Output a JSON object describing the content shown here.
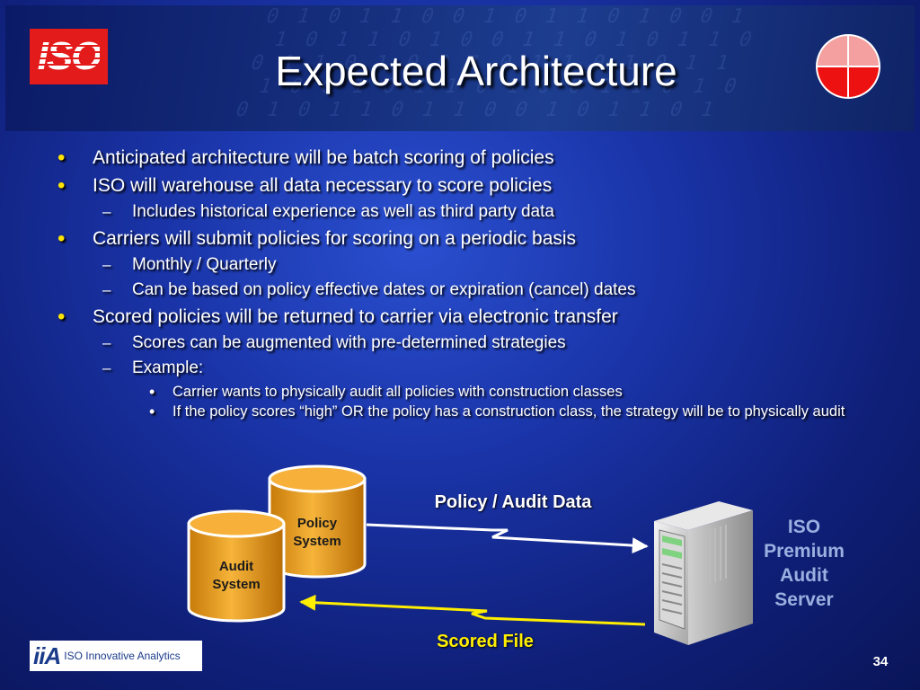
{
  "slide": {
    "title": "Expected Architecture",
    "page_number": "34"
  },
  "logos": {
    "header_logo_text": "ISO",
    "footer_logo_mark": "iiA",
    "footer_logo_text": "ISO Innovative Analytics"
  },
  "bullets": [
    {
      "level": 1,
      "text": "Anticipated architecture will be batch scoring of policies"
    },
    {
      "level": 1,
      "text": "ISO will warehouse all data necessary to score policies"
    },
    {
      "level": 2,
      "text": "Includes historical experience as well as third party data"
    },
    {
      "level": 1,
      "text": "Carriers will submit policies for scoring on a periodic basis"
    },
    {
      "level": 2,
      "text": "Monthly / Quarterly"
    },
    {
      "level": 2,
      "text": "Can be based on policy effective dates or expiration (cancel) dates"
    },
    {
      "level": 1,
      "text": "Scored policies will be returned to carrier via electronic transfer"
    },
    {
      "level": 2,
      "text": "Scores can be augmented with pre-determined strategies"
    },
    {
      "level": 2,
      "text": "Example:"
    },
    {
      "level": 3,
      "text": "Carrier wants to physically audit all policies with construction classes"
    },
    {
      "level": 3,
      "text": "If the policy scores “high” OR the policy has a construction class, the strategy will be to physically audit"
    }
  ],
  "diagram": {
    "policy_system": {
      "line1": "Policy",
      "line2": "System"
    },
    "audit_system": {
      "line1": "Audit",
      "line2": "System"
    },
    "flow_out_label": "Policy / Audit Data",
    "flow_in_label": "Scored File",
    "server_label": {
      "line1": "ISO",
      "line2": "Premium",
      "line3": "Audit",
      "line4": "Server"
    }
  },
  "colors": {
    "bullet_marker": "#ffe400",
    "database_fill": "#f0a21a",
    "flow_in_arrow": "#ffee00",
    "scored_file_label": "#ffee00",
    "server_label": "#9ab0e0",
    "logo_red": "#e31b1b"
  }
}
